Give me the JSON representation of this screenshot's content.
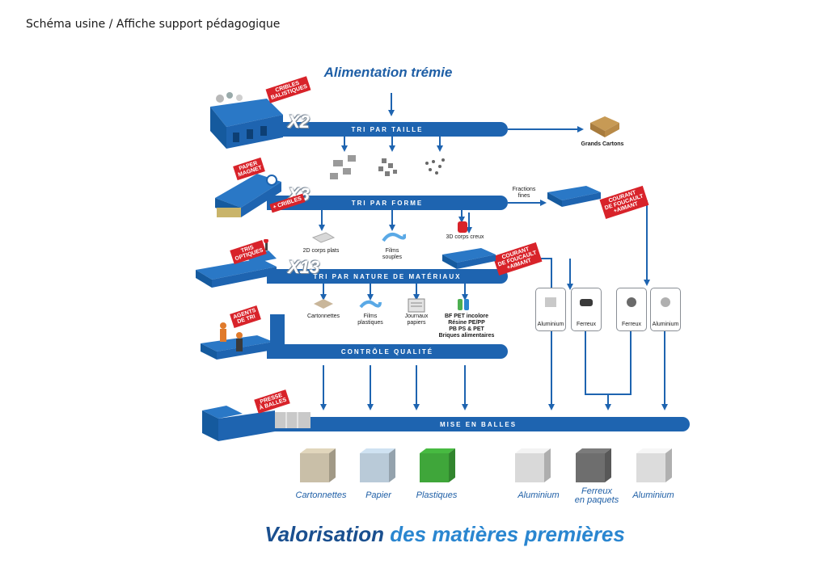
{
  "header": "Schéma usine / Affiche support pédagogique",
  "feed_title": "Alimentation trémie",
  "conveyors": {
    "size": "TRI PAR TAILLE",
    "shape": "TRI PAR FORME",
    "material": "TRI PAR NATURE DE MATÉRIAUX",
    "quality": "CONTRÔLE QUALITÉ",
    "baling": "MISE EN BALLES"
  },
  "multipliers": {
    "m1": "X2",
    "m2": "X3",
    "m3": "X13"
  },
  "tags": {
    "cribles": "CRIBLES\nBALISTIQUES",
    "paper_magnet": "PAPER\nMAGNET",
    "plus_cribles": "+ CRIBLES",
    "tris_optiques": "TRIS\nOPTIQUES",
    "agents": "AGENTS\nDE TRI",
    "presse": "PRESSE\nÀ BALLES",
    "foucault1": "COURANT\nDE FOUCAULT\n+AIMANT",
    "foucault2": "COURANT\nDE FOUCAULT\n+AIMANT"
  },
  "labels": {
    "grands_cartons": "Grands Cartons",
    "fractions_fines": "Fractions\nfines",
    "corps_plats": "2D corps plats",
    "films_souples": "Films\nsouples",
    "corps_creux": "3D corps creux",
    "cartonnettes": "Cartonnettes",
    "films_plastiques": "Films\nplastiques",
    "journaux": "Journaux\npapiers",
    "bf_pet": "BF PET incolore\nRésine PE/PP\nPB PS & PET\nBriques alimentaires"
  },
  "metal_boxes": [
    "Aluminium",
    "Ferreux",
    "Ferreux",
    "Aluminium"
  ],
  "outputs": [
    "Cartonnettes",
    "Papier",
    "Plastiques",
    "Aluminium",
    "Ferreux\nen paquets",
    "Aluminium"
  ],
  "output_colors": [
    "#c9bfa8",
    "#b9cad8",
    "#3fa63a",
    "#d9d9d9",
    "#6e6e6e",
    "#dcdcdc"
  ],
  "bottom_title": {
    "part1": "Valorisation",
    "part2": " des matières premières"
  }
}
